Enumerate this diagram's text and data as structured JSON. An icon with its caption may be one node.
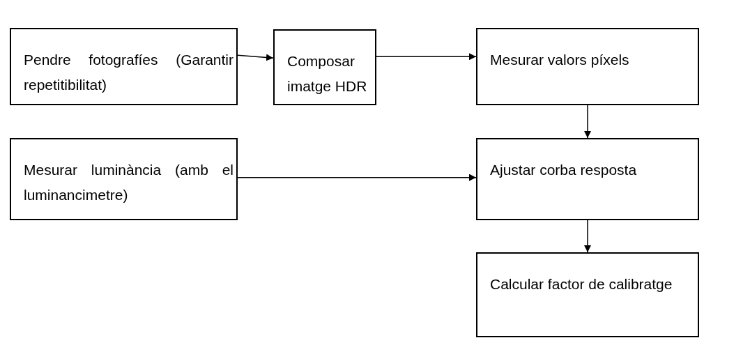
{
  "diagram": {
    "nodes": [
      {
        "text": [
          "Pendre fotografíes (Garantir repetitibilitat)"
        ]
      },
      {
        "text": [
          "Composar imatge HDR"
        ]
      },
      {
        "text": [
          "Mesurar valors píxels"
        ]
      },
      {
        "text": [
          "Mesurar luminància (amb el luminancimetre)"
        ]
      },
      {
        "text": [
          "Ajustar corba resposta"
        ]
      },
      {
        "text": [
          "Calcular factor de calibratge"
        ]
      }
    ],
    "edges": [
      {
        "from": 0,
        "to": 1,
        "arrow": "to"
      },
      {
        "from": 1,
        "to": 2,
        "arrow": "to"
      },
      {
        "from": 2,
        "to": 4,
        "arrow": "to"
      },
      {
        "from": 3,
        "to": 4,
        "arrow": "to"
      },
      {
        "from": 4,
        "to": 5,
        "arrow": "to"
      }
    ]
  }
}
